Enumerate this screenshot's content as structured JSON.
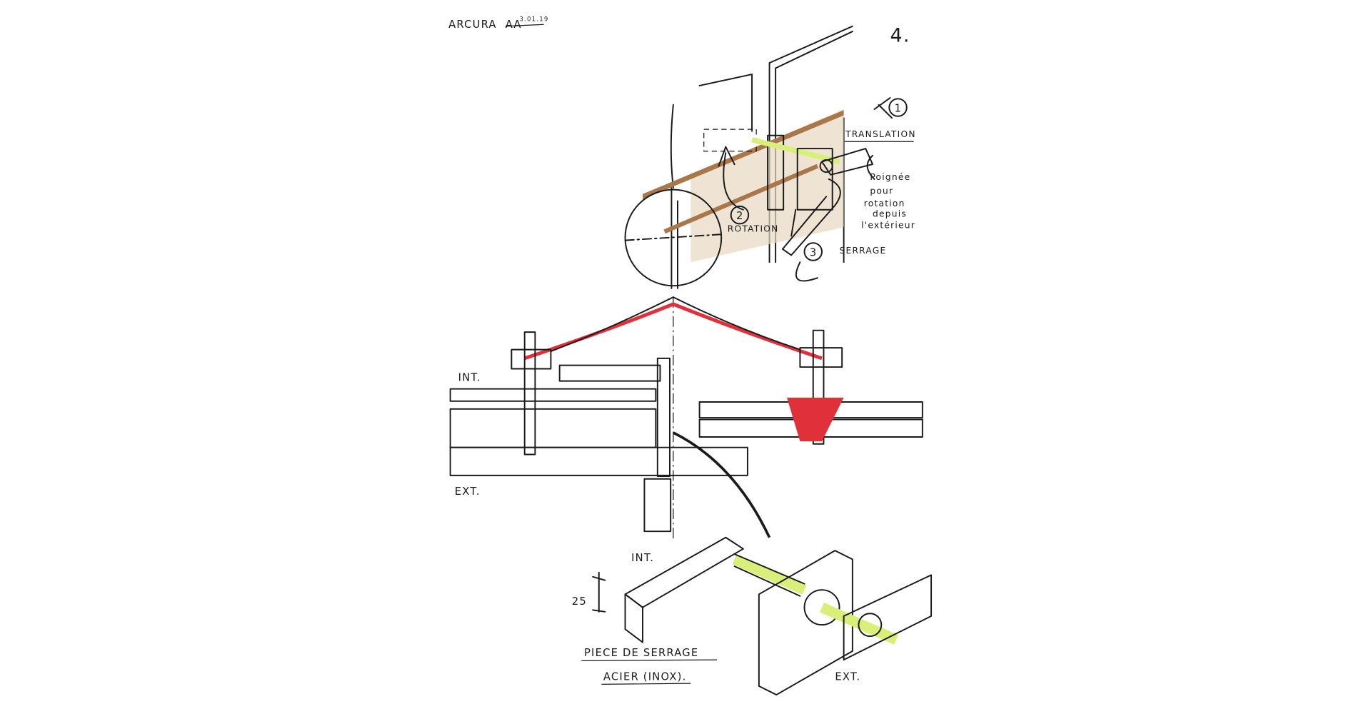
{
  "header": {
    "project": "ARCURA",
    "initials": "AA",
    "date": "3.01.19",
    "page_number": "4."
  },
  "top_sketch": {
    "step1": {
      "number": "1",
      "label": "TRANSLATION"
    },
    "step2": {
      "number": "2",
      "label": "ROTATION"
    },
    "step3": {
      "number": "3",
      "label": "SERRAGE"
    },
    "handle_note": [
      "Poignée",
      "pour",
      "rotation",
      "depuis",
      "l'extérieur"
    ]
  },
  "section": {
    "int_label": "INT.",
    "ext_label": "EXT."
  },
  "detail": {
    "int_label": "INT.",
    "ext_label": "EXT.",
    "dimension": "25",
    "title": "PIECE DE SERRAGE",
    "material": "ACIER (INOX)."
  },
  "colors": {
    "green": "#d8ef7a",
    "yellow": "#f3ee4a",
    "red": "#e0303a",
    "brown": "#a9774a",
    "blue": "#6f93d6",
    "tan": "#e8d9c0"
  }
}
